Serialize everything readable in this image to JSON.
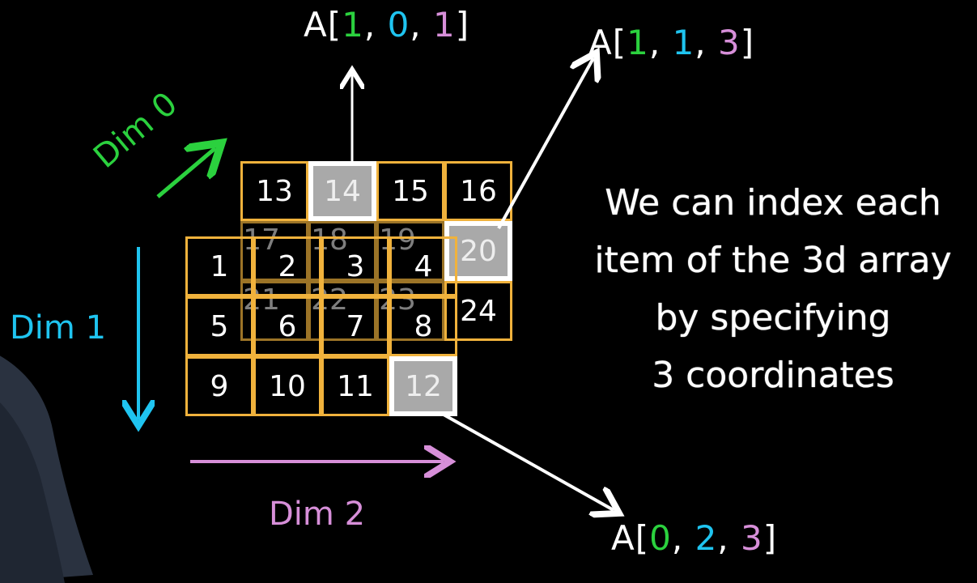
{
  "colors": {
    "dim0": "#2bd13e",
    "dim1": "#1fc4f0",
    "dim2": "#d78fd9",
    "grid": "#f0b23c",
    "highlight": "#a9a9a9"
  },
  "dims": {
    "dim0": "Dim 0",
    "dim1": "Dim 1",
    "dim2": "Dim 2"
  },
  "explanation": [
    "We can index each",
    "item of the 3d array",
    "by specifying",
    "3 coordinates"
  ],
  "indices": {
    "top": {
      "prefix": "A[",
      "c0": "1",
      "c1": "0",
      "c2": "1",
      "sep": ", ",
      "suffix": "]"
    },
    "right": {
      "prefix": "A[",
      "c0": "1",
      "c1": "1",
      "c2": "3",
      "sep": ", ",
      "suffix": "]"
    },
    "bottom": {
      "prefix": "A[",
      "c0": "0",
      "c1": "2",
      "c2": "3",
      "sep": ", ",
      "suffix": "]"
    }
  },
  "layers": {
    "back": [
      "13",
      "14",
      "15",
      "16",
      "17",
      "18",
      "19",
      "20",
      "21",
      "22",
      "23",
      "24"
    ],
    "front": [
      "1",
      "2",
      "3",
      "4",
      "5",
      "6",
      "7",
      "8",
      "9",
      "10",
      "11",
      "12"
    ]
  },
  "highlighted": [
    "14",
    "20",
    "12"
  ]
}
